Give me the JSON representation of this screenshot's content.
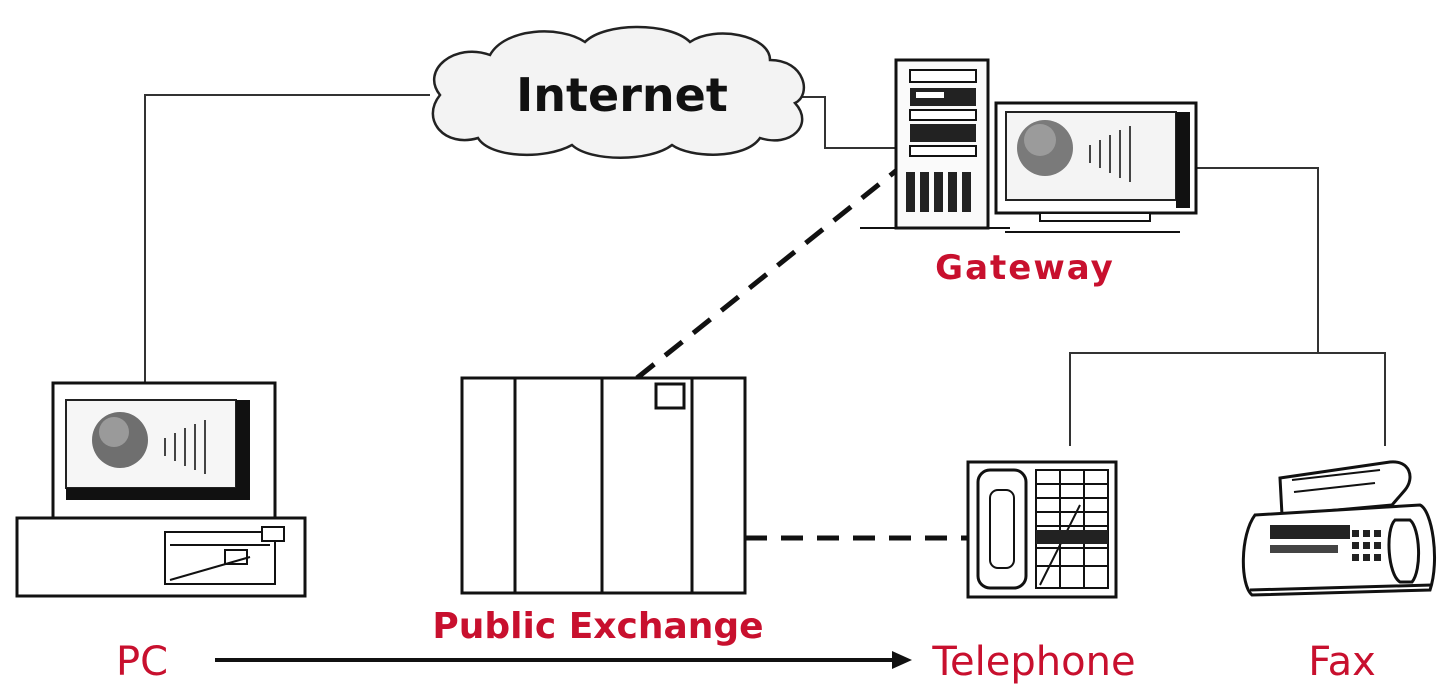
{
  "diagram": {
    "nodes": {
      "internet": {
        "label": "Internet",
        "icon": "cloud-icon"
      },
      "gateway": {
        "label": "Gateway",
        "icon": "server-icon"
      },
      "pc": {
        "label": "PC",
        "icon": "computer-icon"
      },
      "exchange": {
        "label": "Public Exchange",
        "icon": "switch-cabinet-icon"
      },
      "telephone": {
        "label": "Telephone",
        "icon": "telephone-icon"
      },
      "fax": {
        "label": "Fax",
        "icon": "fax-icon"
      }
    },
    "colors": {
      "label_red": "#c8102e",
      "line": "#333333",
      "ink": "#111111"
    }
  }
}
